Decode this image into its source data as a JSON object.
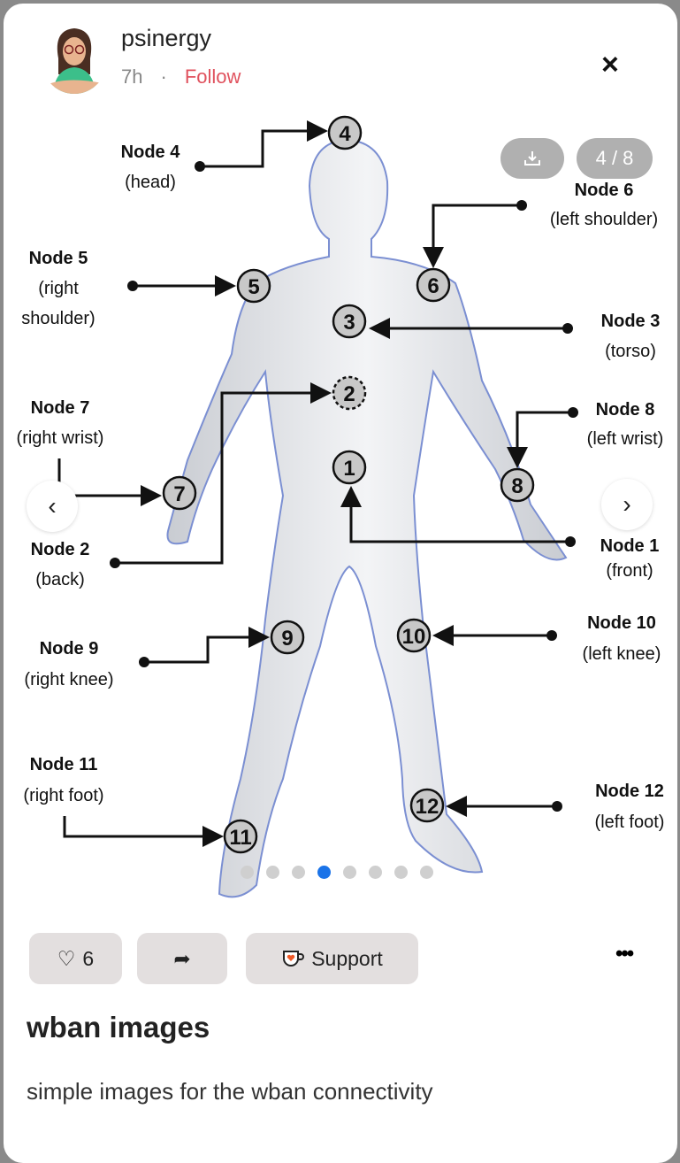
{
  "header": {
    "username": "psinergy",
    "time": "7h",
    "separator": "·",
    "follow_label": "Follow",
    "close_icon": "×"
  },
  "viewer": {
    "counter": "4 / 8",
    "download_icon": "download-icon",
    "prev_icon": "‹",
    "next_icon": "›",
    "current_slide": 4,
    "total_slides": 8
  },
  "nodes": [
    {
      "num": "1",
      "name": "Node 1",
      "desc": "(front)"
    },
    {
      "num": "2",
      "name": "Node 2",
      "desc": "(back)"
    },
    {
      "num": "3",
      "name": "Node 3",
      "desc": "(torso)"
    },
    {
      "num": "4",
      "name": "Node 4",
      "desc": "(head)"
    },
    {
      "num": "5",
      "name": "Node 5",
      "desc": "(right",
      "desc2": "shoulder)"
    },
    {
      "num": "6",
      "name": "Node 6",
      "desc": "(left shoulder)"
    },
    {
      "num": "7",
      "name": "Node 7",
      "desc": "(right wrist)"
    },
    {
      "num": "8",
      "name": "Node 8",
      "desc": "(left wrist)"
    },
    {
      "num": "9",
      "name": "Node 9",
      "desc": "(right knee)"
    },
    {
      "num": "10",
      "name": "Node 10",
      "desc": "(left knee)"
    },
    {
      "num": "11",
      "name": "Node 11",
      "desc": "(right foot)"
    },
    {
      "num": "12",
      "name": "Node 12",
      "desc": "(left foot)"
    }
  ],
  "actions": {
    "like_icon": "♡",
    "like_count": "6",
    "share_icon": "➦",
    "support_label": "Support",
    "more_icon": "•••"
  },
  "post": {
    "title": "wban images",
    "description": "simple images for the wban connectivity"
  },
  "colors": {
    "follow": "#e0525e",
    "active_dot": "#1a73e8",
    "button_bg": "#e3dfdf"
  }
}
